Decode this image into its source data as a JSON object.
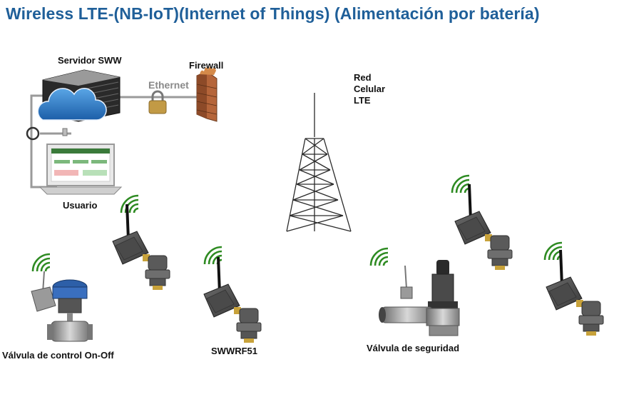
{
  "title": "Wireless LTE-(NB-IoT)(Internet of Things) (Alimentación por batería)",
  "labels": {
    "server": "Servidor SWW",
    "firewall": "Firewall",
    "ethernet": "Ethernet",
    "network_line1": "Red",
    "network_line2": "Celular",
    "network_line3": "LTE",
    "user": "Usuario",
    "valve_onoff": "Válvula de control On-Off",
    "device": "SWWRF51",
    "safety_valve": "Válvula de seguridad"
  },
  "colors": {
    "title": "#1f5f99",
    "signal": "#2e8b22",
    "cable": "#9a9a9a",
    "device_body": "#555555",
    "firewall": "#b5653a"
  },
  "icons": [
    "cloud-server-icon",
    "padlock-icon",
    "firewall-icon",
    "cell-tower-icon",
    "laptop-icon",
    "wireless-signal-icon",
    "valve-icon"
  ]
}
